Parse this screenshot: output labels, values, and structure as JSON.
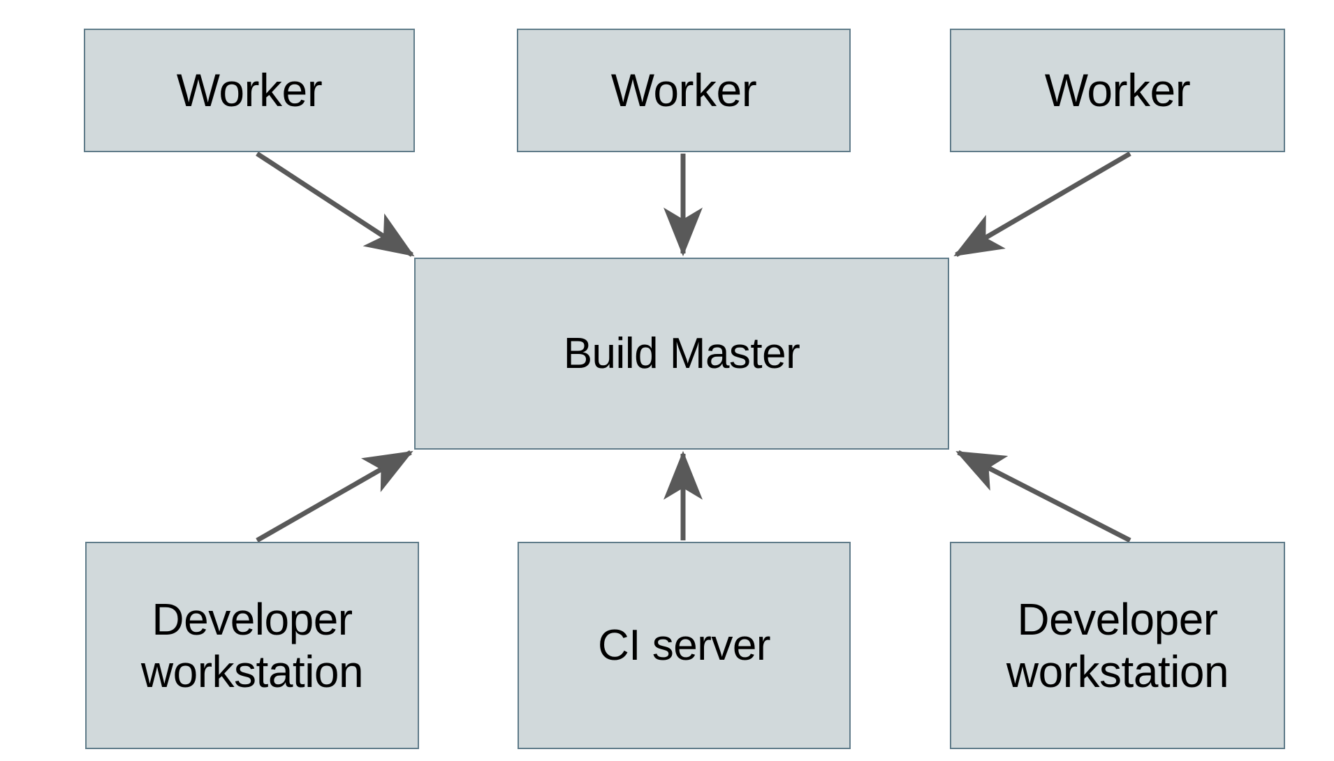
{
  "diagram": {
    "type": "flow-architecture",
    "background_color": "#ffffff",
    "node_fill_color": "#d1d9db",
    "node_border_color": "#5f7b89",
    "edge_color": "#595959",
    "text_color": "#000000",
    "nodes": [
      {
        "id": "worker-1",
        "label": "Worker",
        "row": "top",
        "column": "left"
      },
      {
        "id": "worker-2",
        "label": "Worker",
        "row": "top",
        "column": "center"
      },
      {
        "id": "worker-3",
        "label": "Worker",
        "row": "top",
        "column": "right"
      },
      {
        "id": "build-master",
        "label": "Build Master",
        "row": "middle",
        "column": "center"
      },
      {
        "id": "dev-ws-left",
        "label": "Developer\nworkstation",
        "row": "bottom",
        "column": "left"
      },
      {
        "id": "ci-server",
        "label": "CI server",
        "row": "bottom",
        "column": "center"
      },
      {
        "id": "dev-ws-right",
        "label": "Developer\nworkstation",
        "row": "bottom",
        "column": "right"
      }
    ],
    "edges": [
      {
        "id": "edge-worker-1-to-build-master",
        "from": "worker-1",
        "to": "build-master",
        "direction": "down-right",
        "arrowhead": "target"
      },
      {
        "id": "edge-worker-2-to-build-master",
        "from": "worker-2",
        "to": "build-master",
        "direction": "down",
        "arrowhead": "target"
      },
      {
        "id": "edge-worker-3-to-build-master",
        "from": "worker-3",
        "to": "build-master",
        "direction": "down-left",
        "arrowhead": "target"
      },
      {
        "id": "edge-dev-ws-left-to-build-master",
        "from": "dev-ws-left",
        "to": "build-master",
        "direction": "up-right",
        "arrowhead": "target"
      },
      {
        "id": "edge-ci-server-to-build-master",
        "from": "ci-server",
        "to": "build-master",
        "direction": "up",
        "arrowhead": "target"
      },
      {
        "id": "edge-dev-ws-right-to-build-master",
        "from": "dev-ws-right",
        "to": "build-master",
        "direction": "up-left",
        "arrowhead": "target"
      }
    ]
  }
}
